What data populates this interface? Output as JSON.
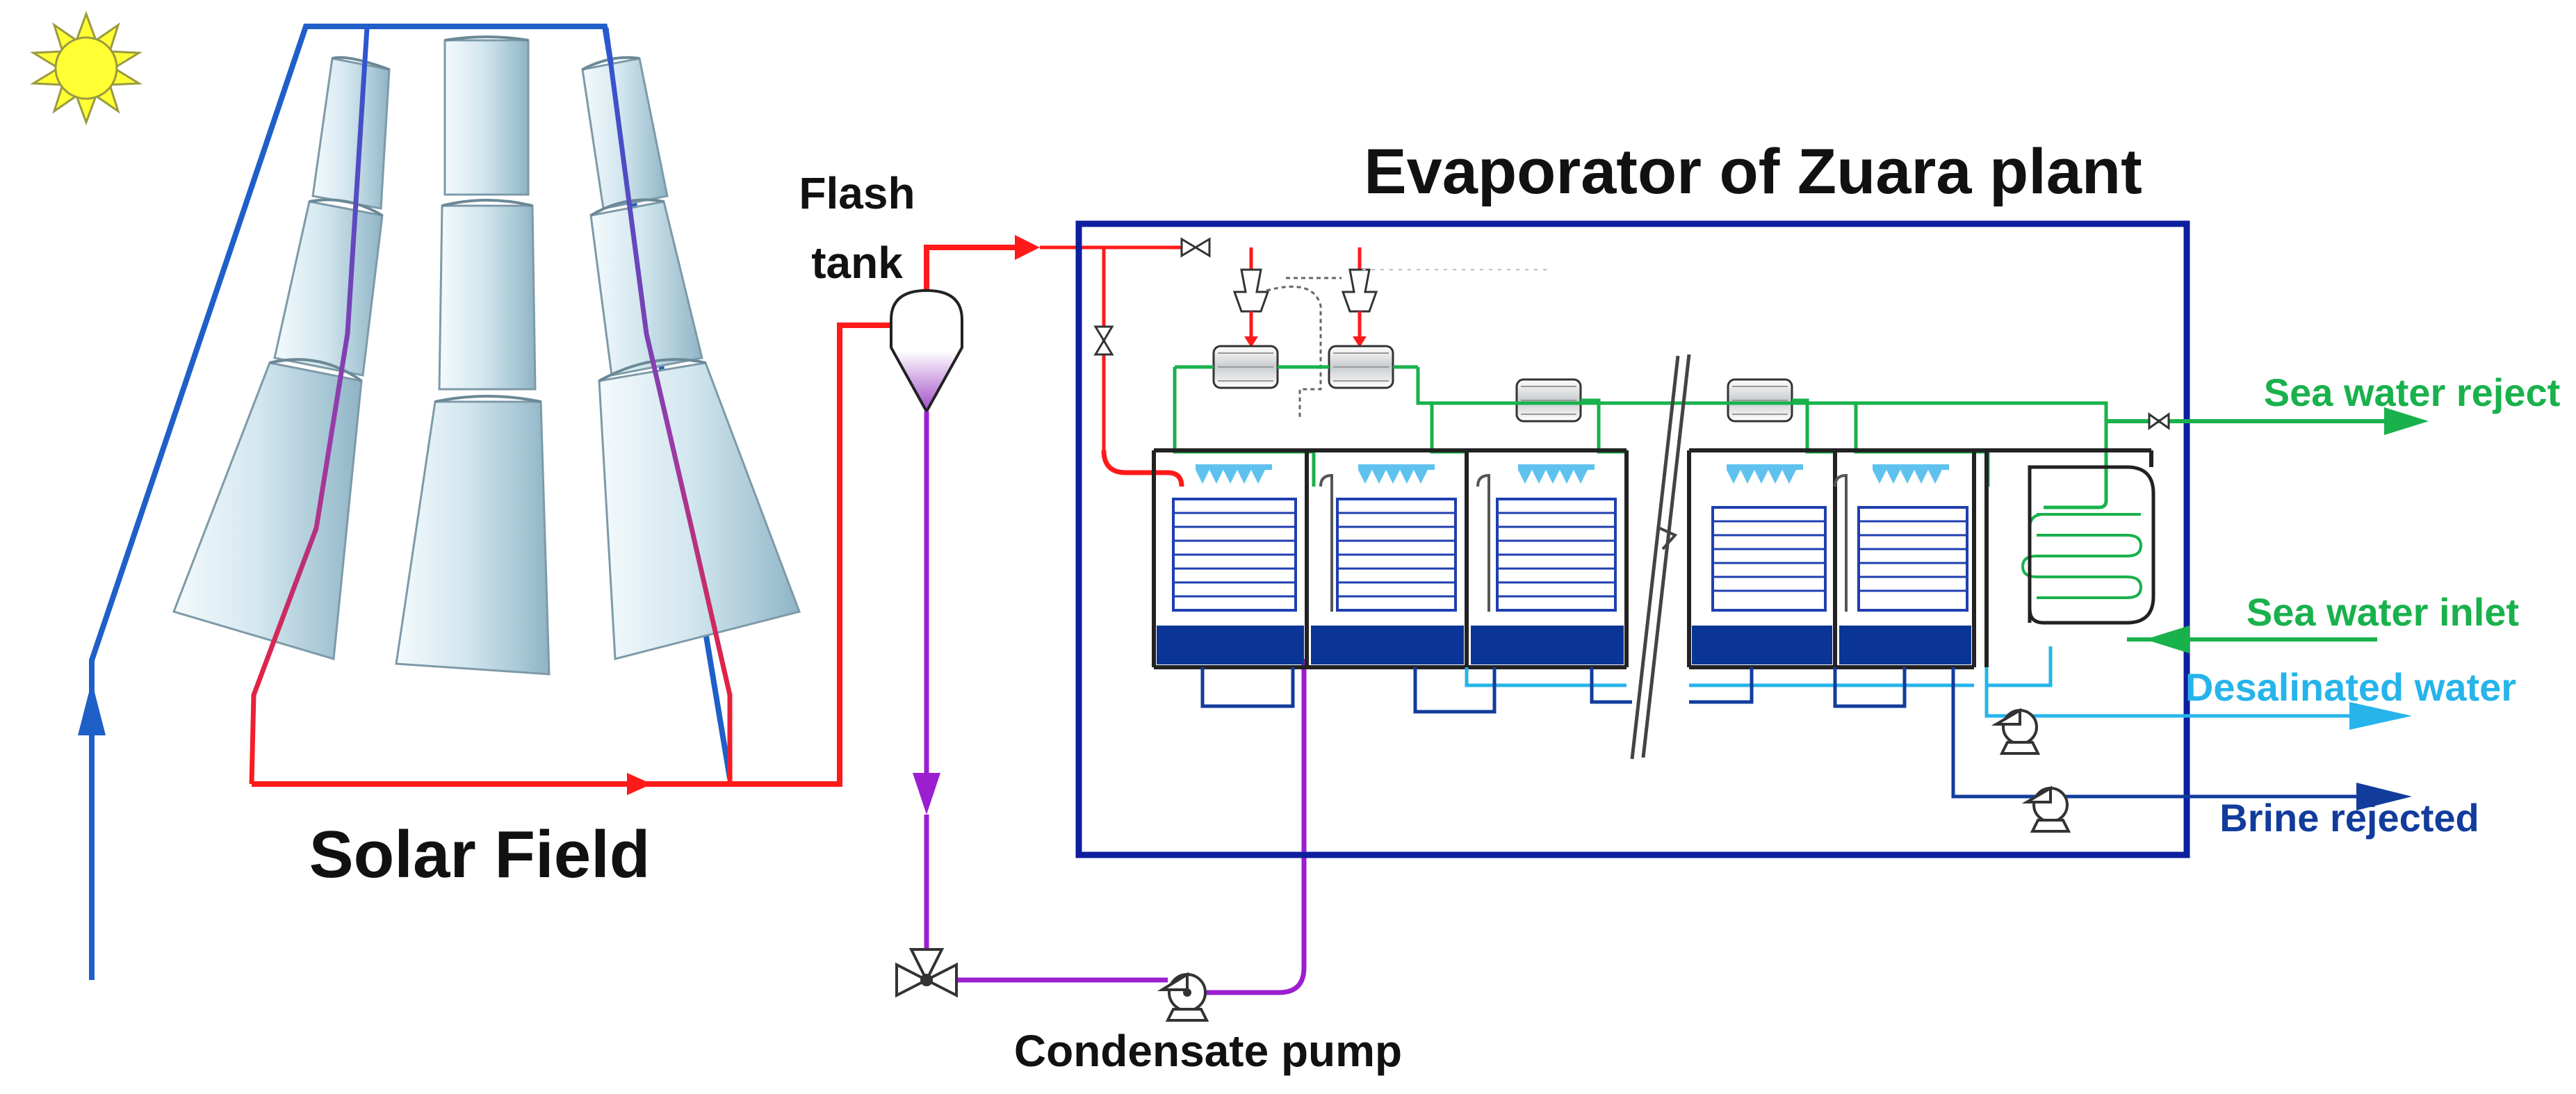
{
  "labels": {
    "solar_field": "Solar Field",
    "flash_tank_line1": "Flash",
    "flash_tank_line2": "tank",
    "evaporator_title": "Evaporator of Zuara plant",
    "sea_water_reject": "Sea water reject",
    "sea_water_inlet": "Sea water inlet",
    "desalinated_water": "Desalinated water",
    "brine_rejected": "Brine rejected",
    "condensate_pump": "Condensate pump"
  },
  "colors": {
    "hot_line": "#ff1a1a",
    "cold_line": "#1f5fc8",
    "condensate_line": "#9b1fd0",
    "sea_water": "#19b14c",
    "desalinated": "#26b4ea",
    "brine": "#123c9c",
    "evaporator_border": "#0d1f9e",
    "sun": "#ffff33",
    "text": "#111111"
  },
  "icons": {
    "sun": "sun-icon",
    "flash_tank": "flash-tank-icon",
    "pump": "pump-icon",
    "valve": "valve-icon",
    "three_way_valve": "three-way-valve-icon"
  }
}
